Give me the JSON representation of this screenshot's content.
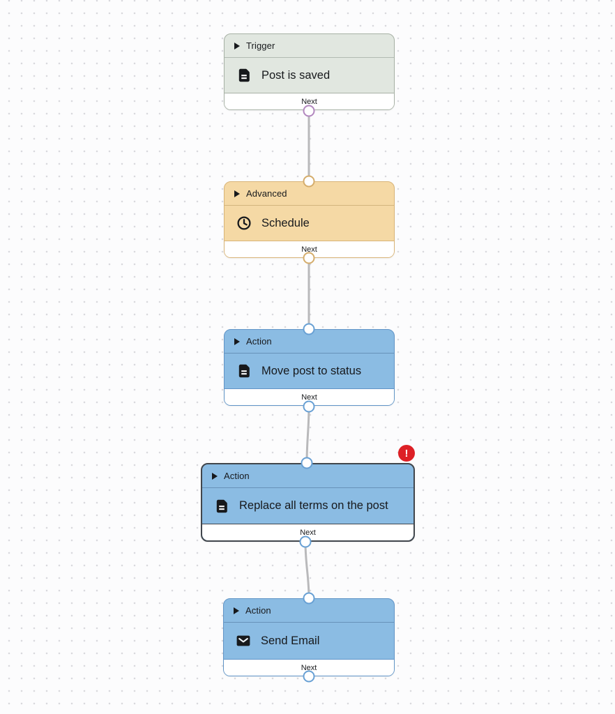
{
  "workflow": {
    "nodes": [
      {
        "category": "Trigger",
        "title": "Post is saved",
        "icon": "document-icon",
        "footer_label": "Next",
        "theme": "trigger",
        "has_error": false,
        "selected": false
      },
      {
        "category": "Advanced",
        "title": "Schedule",
        "icon": "clock-icon",
        "footer_label": "Next",
        "theme": "advanced",
        "has_error": false,
        "selected": false
      },
      {
        "category": "Action",
        "title": "Move post to status",
        "icon": "document-icon",
        "footer_label": "Next",
        "theme": "action",
        "has_error": false,
        "selected": false
      },
      {
        "category": "Action",
        "title": "Replace all terms on the post",
        "icon": "document-icon",
        "footer_label": "Next",
        "theme": "action",
        "has_error": true,
        "selected": true
      },
      {
        "category": "Action",
        "title": "Send Email",
        "icon": "mail-icon",
        "footer_label": "Next",
        "theme": "action",
        "has_error": false,
        "selected": false
      }
    ],
    "edges": [
      {
        "from": "Post is saved",
        "to": "Schedule"
      },
      {
        "from": "Schedule",
        "to": "Move post to status"
      },
      {
        "from": "Move post to status",
        "to": "Replace all terms on the post"
      },
      {
        "from": "Replace all terms on the post",
        "to": "Send Email"
      }
    ],
    "error_badge": {
      "symbol": "!",
      "color": "#dd2026"
    },
    "colors": {
      "trigger_bg": "#e1e7e0",
      "trigger_border": "#a7b1a5",
      "advanced_bg": "#f5d9a5",
      "advanced_border": "#d9b477",
      "action_bg": "#8bbce3",
      "action_border": "#6094c7",
      "selected_border": "#41464c",
      "edge_line": "#b9b9bb",
      "port_purple": "#b287bf",
      "port_tan": "#d5ad6c",
      "port_blue": "#68a0d4",
      "footer_bg": "#ffffff",
      "text": "#17191c"
    }
  }
}
